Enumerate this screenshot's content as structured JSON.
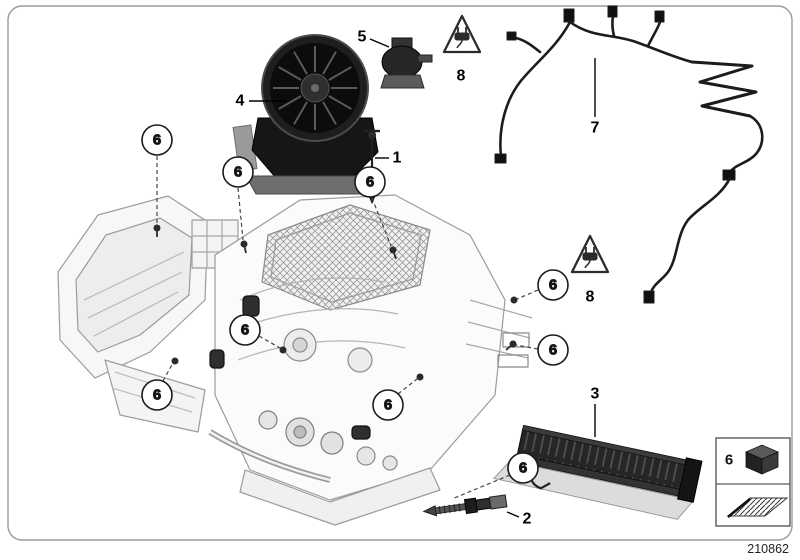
{
  "diagram": {
    "part_number": "210862",
    "hotspots": {
      "label_1": "1",
      "label_2": "2",
      "label_3": "3",
      "label_4": "4",
      "label_5": "5",
      "label_7": "7",
      "label_8_top": "8",
      "label_8_mid": "8",
      "screw_callout": "6"
    },
    "legend": {
      "item_number": "6"
    }
  }
}
